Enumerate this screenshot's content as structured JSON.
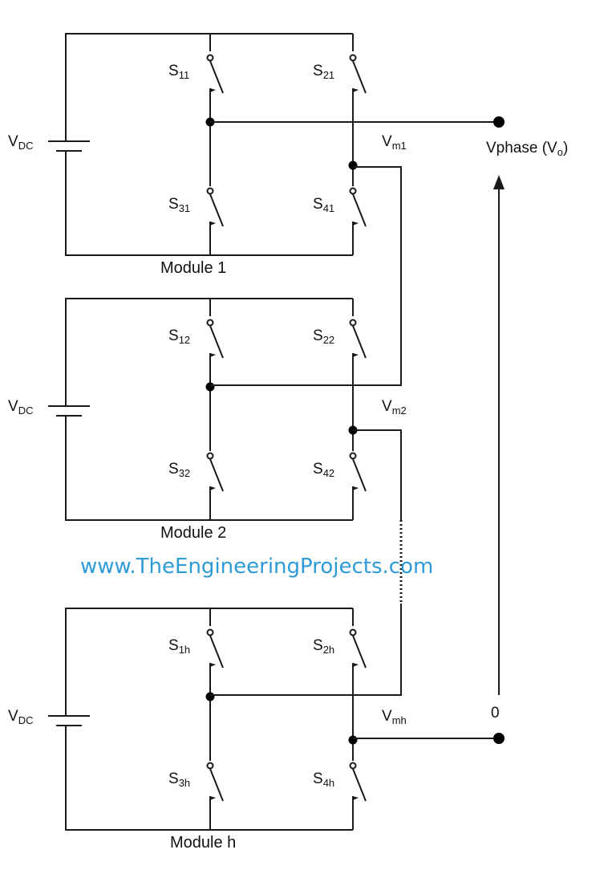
{
  "modules": [
    {
      "name": "Module 1",
      "source": "V",
      "source_sub": "DC",
      "switches": [
        {
          "main": "S",
          "sub": "11"
        },
        {
          "main": "S",
          "sub": "21"
        },
        {
          "main": "S",
          "sub": "31"
        },
        {
          "main": "S",
          "sub": "41"
        }
      ],
      "output_label": {
        "main": "V",
        "sub": "m1"
      }
    },
    {
      "name": "Module 2",
      "source": "V",
      "source_sub": "DC",
      "switches": [
        {
          "main": "S",
          "sub": "12"
        },
        {
          "main": "S",
          "sub": "22"
        },
        {
          "main": "S",
          "sub": "32"
        },
        {
          "main": "S",
          "sub": "42"
        }
      ],
      "output_label": {
        "main": "V",
        "sub": "m2"
      }
    },
    {
      "name": "Module h",
      "source": "V",
      "source_sub": "DC",
      "switches": [
        {
          "main": "S",
          "sub": "1h"
        },
        {
          "main": "S",
          "sub": "2h"
        },
        {
          "main": "S",
          "sub": "3h"
        },
        {
          "main": "S",
          "sub": "4h"
        }
      ],
      "output_label": {
        "main": "V",
        "sub": "mh"
      }
    }
  ],
  "output": {
    "phase_main": "Vphase (V",
    "phase_sub": "o",
    "phase_close": ")",
    "zero": "0"
  },
  "watermark": "www.TheEngineeringProjects.com"
}
